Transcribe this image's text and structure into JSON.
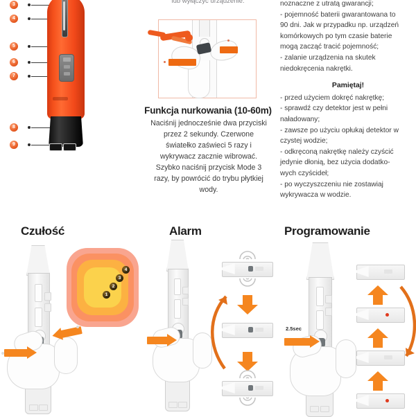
{
  "top": {
    "device_callouts": [
      {
        "n": "3"
      },
      {
        "n": "4"
      },
      {
        "n": "5"
      },
      {
        "n": "6"
      },
      {
        "n": "7"
      },
      {
        "n": "8"
      },
      {
        "n": "9"
      }
    ],
    "mid": {
      "cut_line": "lub wyłączyć urządzenie.",
      "title": "Funkcja nurkowania (10-60m)",
      "body": "Naciśnij jednocześnie dwa przyciski przez 2 sekundy. Czerwone światełko zaświeci 5 razy i wykrywacz zacznie wibrować. Szybko naciśnij przycisk Mode 3 razy, by powrócić do trybu płytkiej wody."
    },
    "right": {
      "lines": [
        "noznaczne z utratą gwarancji;",
        "- pojemność baterii gwarantowana to",
        "90 dni. Jak w przypadku np. urządzeń",
        "komórkowych po tym czasie baterie",
        "mogą zacząć tracić pojemność;",
        "- zalanie urządzenia na skutek",
        "niedokręcenia nakrętki."
      ],
      "remember_title": "Pamiętaj!",
      "remember_lines": [
        "- przed użyciem dokręć nakrętkę;",
        "- sprawdź czy detektor jest w pełni",
        "naładowany;",
        "- zawsze po użyciu opłukaj detektor w",
        "czystej wodzie;",
        "- odkręconą nakrętkę należy czyścić",
        "jedynie dłonią, bez użycia dodatko-",
        "wych czyścideł;",
        "- po wyczyszczeniu nie zostawiaj",
        "wykrywacza w wodzie."
      ]
    }
  },
  "bottom": {
    "panels": [
      {
        "title": "Czułość"
      },
      {
        "title": "Alarm"
      },
      {
        "title": "Programowanie"
      }
    ],
    "sensitivity_levels": [
      "1",
      "2",
      "3",
      "4"
    ],
    "programming_hold_label": "2.5sec"
  },
  "colors": {
    "device_orange": "#f4501b",
    "arrow_orange": "#f5861f",
    "heat_outer": "#f9a58f",
    "heat_mid1": "#fb9162",
    "heat_mid2": "#fcb142",
    "heat_center": "#fbd24c",
    "grey_device": "#e8e8e8",
    "text": "#3d3d3d"
  }
}
